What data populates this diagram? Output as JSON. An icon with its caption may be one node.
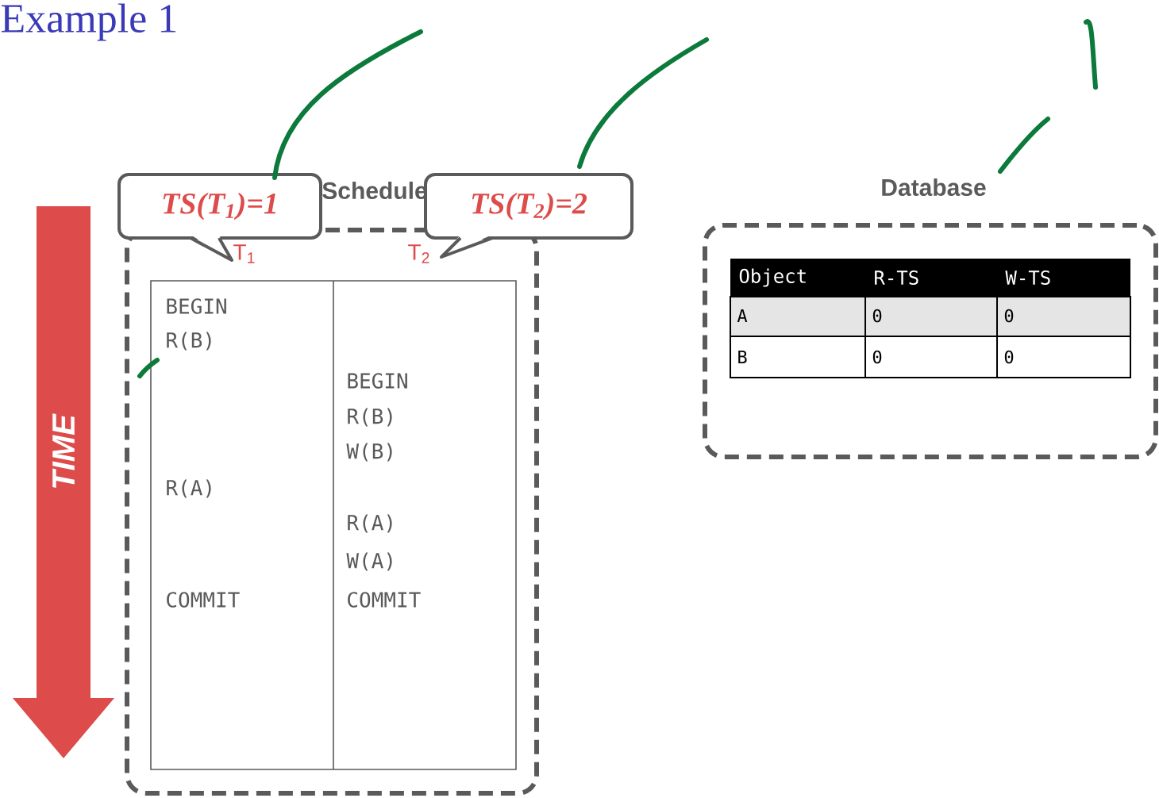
{
  "diagram": {
    "title": "Example 1",
    "nodes": [
      {
        "text": [
          "TIME"
        ]
      },
      {
        "text": [
          "Schedule"
        ]
      },
      {
        "text": [
          "TS(T$_{1}$)=1"
        ]
      },
      {
        "text": [
          "TS(T$_{2}$)=2"
        ]
      },
      {
        "text": [
          "Database"
        ]
      }
    ],
    "labels": [
      "T$_{1}$",
      "T$_{2}$",
      "BEGIN",
      "R(B)",
      "BEGIN",
      "R(B)",
      "W(B)",
      "R(A)",
      "R(A)",
      "W(A)",
      "COMMIT",
      "COMMIT",
      "Object",
      "R-TS",
      "W-TS",
      "A",
      "0",
      "0",
      "B",
      "0",
      "0"
    ]
  }
}
